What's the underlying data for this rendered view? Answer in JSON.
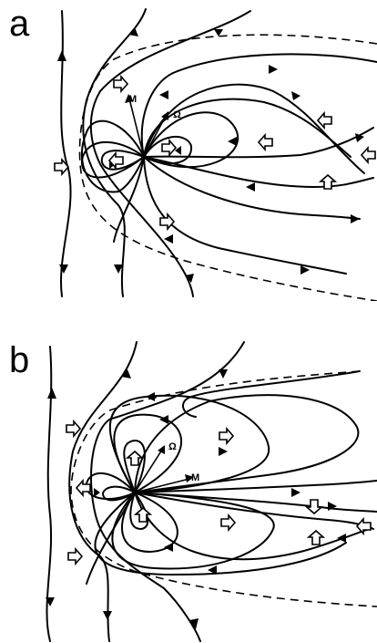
{
  "panels": [
    {
      "id": "a",
      "label": "a",
      "moment_label": "M",
      "spin_label": "Ω"
    },
    {
      "id": "b",
      "label": "b",
      "moment_label": "M",
      "spin_label": "Ω"
    }
  ]
}
